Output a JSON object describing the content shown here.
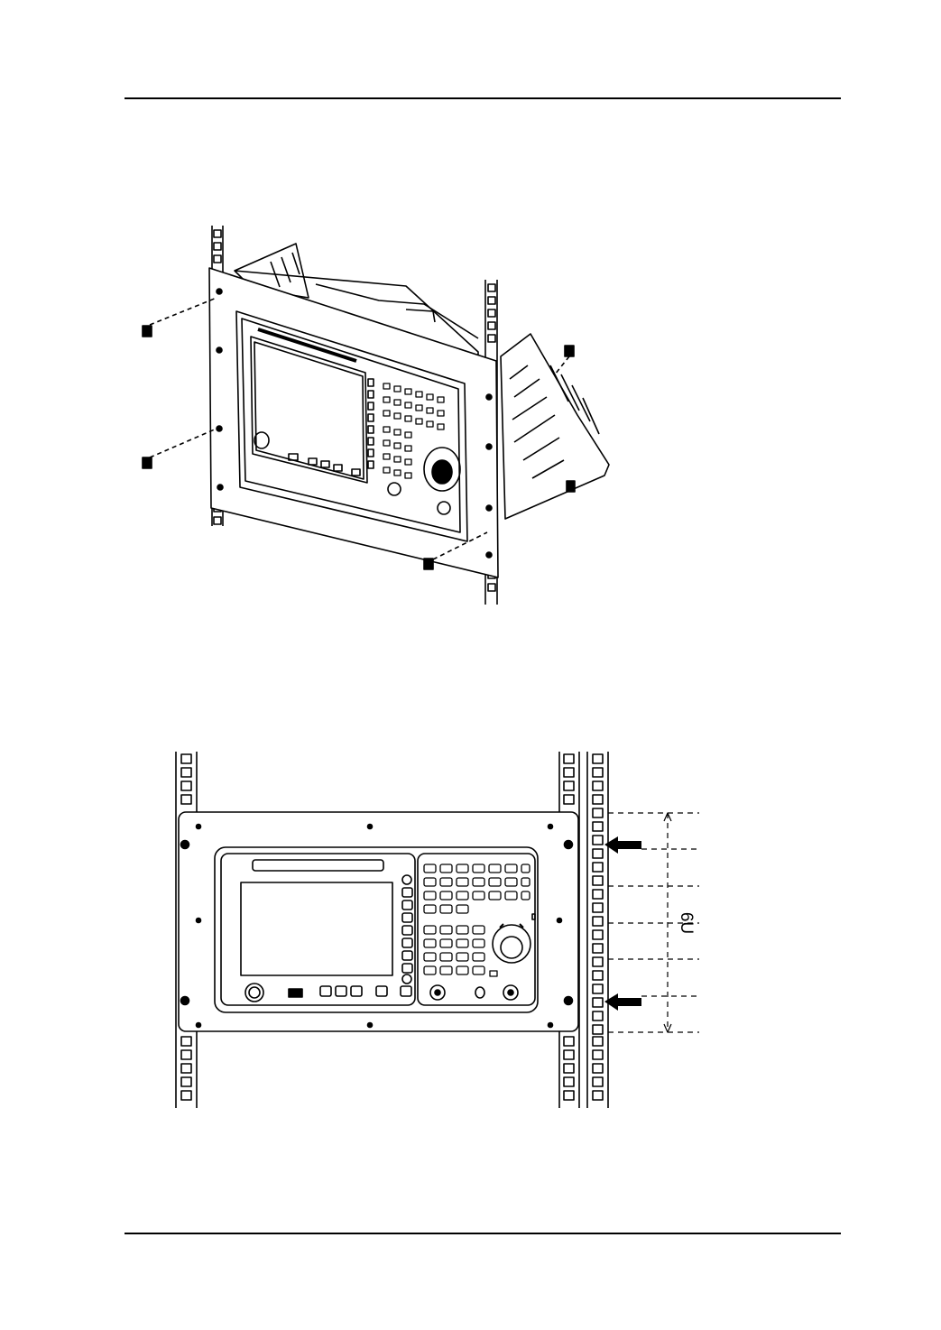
{
  "page": {
    "figures": [
      {
        "id": "oblique-rack-mount",
        "view": "perspective"
      },
      {
        "id": "front-rack-mount",
        "view": "front"
      }
    ],
    "dimension": {
      "label": "6U"
    },
    "arrows": {
      "count": 2,
      "direction": "left"
    }
  }
}
